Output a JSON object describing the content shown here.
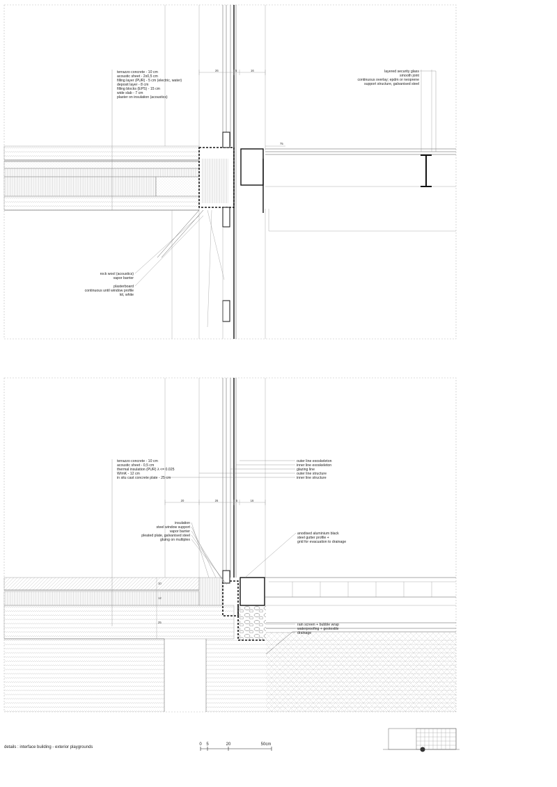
{
  "detail_top": {
    "floor_layers": [
      "terrazzo concrete - 10 cm",
      "acoustic sheet - 2x0,5 cm",
      "filling layer (PUR) - 5 cm (electric, water)",
      "deposit layer - 8 cm",
      "filling blocks (EPS) - 15 cm",
      "wide slab - 7 cm",
      "plaster on insulation (acoustics)"
    ],
    "glass_notes": [
      "layered security glass",
      "smooth joint",
      "continuous overlay; epdm or neoprene",
      "support structure, galvanised steel"
    ],
    "ceiling_notes": [
      "rock wool (acoustics)",
      "vapor barrier",
      "",
      "plasterboard",
      "continuous until window profile",
      "kit, white"
    ],
    "dims": [
      "26",
      "5",
      "16"
    ],
    "dim_side": "75"
  },
  "detail_bottom": {
    "floor_layers": [
      "terrazzo concrete - 10 cm",
      "acoustic sheet - 0,5 cm",
      "thermal insulation (PUR) λ <= 0.025",
      "W/mK - 12 cm",
      "in situ cast concrete plate - 25 cm"
    ],
    "line_notes": [
      "outer line exoskeleton",
      "inner line exoskeleton",
      "glazing line",
      "outer line structure",
      "inner line structure"
    ],
    "window_notes": [
      "insulation",
      "steel window support",
      "vapor barrier",
      "pleated plate, galvanised steel",
      "gluing on multiplex"
    ],
    "gutter_notes": [
      "anodised aluminium black",
      "steel gutter profile +",
      "grid for evacuation to drainage"
    ],
    "ground_notes": [
      "rain screen + bubble wrap",
      "waterproofing + geotextile",
      "drainage"
    ],
    "dims": [
      "20",
      "26",
      "5",
      "16"
    ],
    "vertical_dims": [
      "10",
      "12",
      "25"
    ]
  },
  "caption": "details : interface building - exterior playgrounds",
  "scale_bar": {
    "labels": [
      "0",
      "5",
      "20",
      "50cm"
    ]
  }
}
